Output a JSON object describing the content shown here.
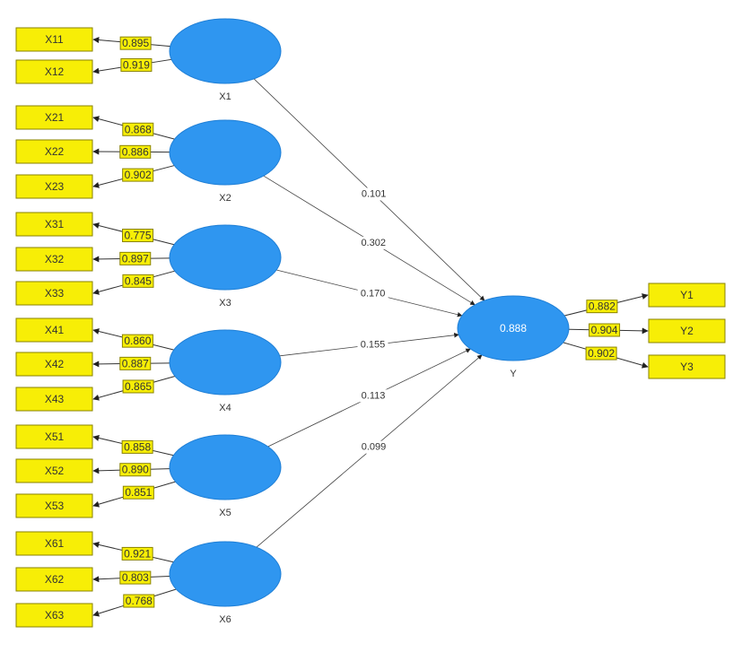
{
  "constructs": {
    "X1": {
      "label": "X1",
      "indicators": [
        {
          "name": "X11",
          "loading": "0.895"
        },
        {
          "name": "X12",
          "loading": "0.919"
        }
      ]
    },
    "X2": {
      "label": "X2",
      "indicators": [
        {
          "name": "X21",
          "loading": "0.868"
        },
        {
          "name": "X22",
          "loading": "0.886"
        },
        {
          "name": "X23",
          "loading": "0.902"
        }
      ]
    },
    "X3": {
      "label": "X3",
      "indicators": [
        {
          "name": "X31",
          "loading": "0.775"
        },
        {
          "name": "X32",
          "loading": "0.897"
        },
        {
          "name": "X33",
          "loading": "0.845"
        }
      ]
    },
    "X4": {
      "label": "X4",
      "indicators": [
        {
          "name": "X41",
          "loading": "0.860"
        },
        {
          "name": "X42",
          "loading": "0.887"
        },
        {
          "name": "X43",
          "loading": "0.865"
        }
      ]
    },
    "X5": {
      "label": "X5",
      "indicators": [
        {
          "name": "X51",
          "loading": "0.858"
        },
        {
          "name": "X52",
          "loading": "0.890"
        },
        {
          "name": "X53",
          "loading": "0.851"
        }
      ]
    },
    "X6": {
      "label": "X6",
      "indicators": [
        {
          "name": "X61",
          "loading": "0.921"
        },
        {
          "name": "X62",
          "loading": "0.803"
        },
        {
          "name": "X63",
          "loading": "0.768"
        }
      ]
    },
    "Y": {
      "label": "Y",
      "r_squared": "0.888",
      "indicators": [
        {
          "name": "Y1",
          "loading": "0.882"
        },
        {
          "name": "Y2",
          "loading": "0.904"
        },
        {
          "name": "Y3",
          "loading": "0.902"
        }
      ]
    }
  },
  "paths": [
    {
      "from": "X1",
      "to": "Y",
      "coefficient": "0.101"
    },
    {
      "from": "X2",
      "to": "Y",
      "coefficient": "0.302"
    },
    {
      "from": "X3",
      "to": "Y",
      "coefficient": "0.170"
    },
    {
      "from": "X4",
      "to": "Y",
      "coefficient": "0.155"
    },
    {
      "from": "X5",
      "to": "Y",
      "coefficient": "0.113"
    },
    {
      "from": "X6",
      "to": "Y",
      "coefficient": "0.099"
    }
  ],
  "colors": {
    "indicator_fill": "#f7ee06",
    "construct_fill": "#2f96f0",
    "line": "#333333"
  }
}
